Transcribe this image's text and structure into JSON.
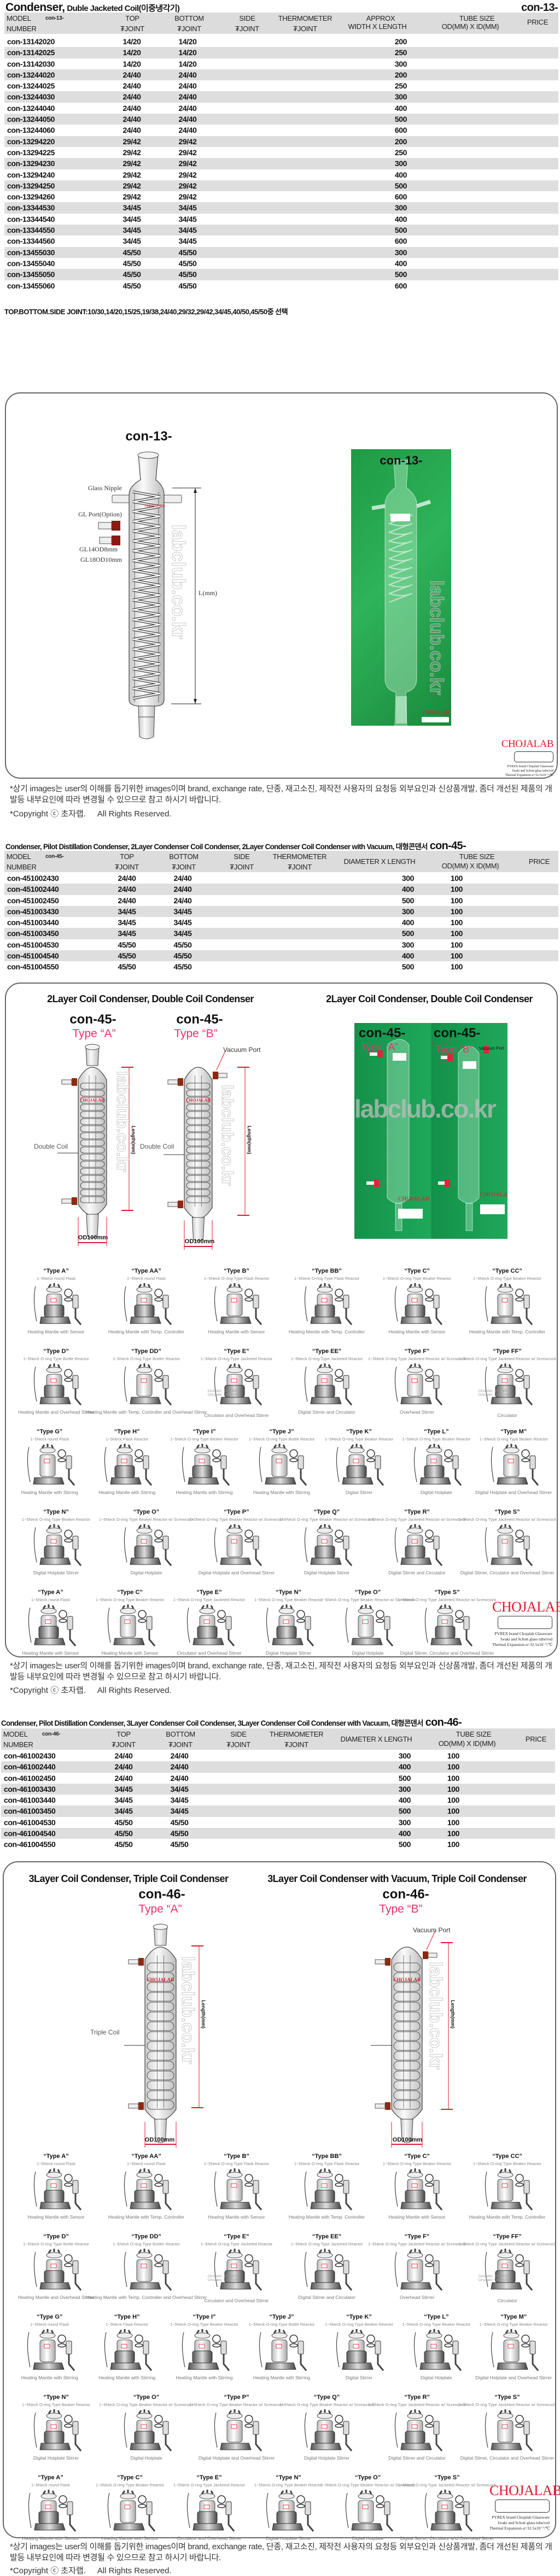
{
  "table1": {
    "title_main": "Condenser,",
    "title_sub": "Duble Jacketed Coil(이중냉각기)",
    "code": "con-13-",
    "headers": {
      "model": "MODEL",
      "model_code": "con-13-",
      "number": "NUMBER",
      "top": "TOP",
      "bottom": "BOTTOM",
      "side": "SIDE",
      "thermometer": "THERMOMETER",
      "joint": "₮JOINT",
      "approx": "APPROX",
      "width_length": "WIDTH X LENGTH",
      "tube_size": "TUBE SIZE",
      "tube_units": "OD(MM) X ID(MM)",
      "price": "PRICE"
    },
    "rows": [
      [
        "con-13142020",
        "14/20",
        "14/20",
        "200"
      ],
      [
        "con-13142025",
        "14/20",
        "14/20",
        "250"
      ],
      [
        "con-13142030",
        "14/20",
        "14/20",
        "300"
      ],
      [
        "con-13244020",
        "24/40",
        "24/40",
        "200"
      ],
      [
        "con-13244025",
        "24/40",
        "24/40",
        "250"
      ],
      [
        "con-13244030",
        "24/40",
        "24/40",
        "300"
      ],
      [
        "con-13244040",
        "24/40",
        "24/40",
        "400"
      ],
      [
        "con-13244050",
        "24/40",
        "24/40",
        "500"
      ],
      [
        "con-13244060",
        "24/40",
        "24/40",
        "600"
      ],
      [
        "con-13294220",
        "29/42",
        "29/42",
        "200"
      ],
      [
        "con-13294225",
        "29/42",
        "29/42",
        "250"
      ],
      [
        "con-13294230",
        "29/42",
        "29/42",
        "300"
      ],
      [
        "con-13294240",
        "29/42",
        "29/42",
        "400"
      ],
      [
        "con-13294250",
        "29/42",
        "29/42",
        "500"
      ],
      [
        "con-13294260",
        "29/42",
        "29/42",
        "600"
      ],
      [
        "con-13344530",
        "34/45",
        "34/45",
        "300"
      ],
      [
        "con-13344540",
        "34/45",
        "34/45",
        "400"
      ],
      [
        "con-13344550",
        "34/45",
        "34/45",
        "500"
      ],
      [
        "con-13344560",
        "34/45",
        "34/45",
        "600"
      ],
      [
        "con-13455030",
        "45/50",
        "45/50",
        "300"
      ],
      [
        "con-13455040",
        "45/50",
        "45/50",
        "400"
      ],
      [
        "con-13455050",
        "45/50",
        "45/50",
        "500"
      ],
      [
        "con-13455060",
        "45/50",
        "45/50",
        "600"
      ]
    ],
    "joint_note": "TOP.BOTTOM.SIDE JOINT:10/30,14/20,15/25,19/38,24/40,29/32,29/42,34/45,40/50,45/50중 선택"
  },
  "box1": {
    "code": "con-13-",
    "labels": {
      "glass_nipple": "Glass Nipple",
      "gl_port": "GL Port(Option)",
      "gl14": "GL14OD8mm",
      "gl18": "GL18OD10mm",
      "length": "L(mm)"
    },
    "photo_code": "con-13-"
  },
  "table2": {
    "title": "Condenser, Pilot Distillation Condenser, 2Layer Condenser Coil Condenser, 2Layer Condenser Coil Condenser with Vacuum, 대형콘덴서",
    "code": "con-45-",
    "headers": {
      "model": "MODEL",
      "model_code": "con-45-",
      "number": "NUMBER",
      "top": "TOP",
      "bottom": "BOTTOM",
      "side": "SIDE",
      "thermometer": "THERMOMETER",
      "joint": "₮JOINT",
      "dia_length": "DIAMETER X LENGTH",
      "tube_size": "TUBE SIZE",
      "tube_units": "OD(MM) X ID(MM)",
      "price": "PRICE"
    },
    "rows": [
      [
        "con-451002430",
        "24/40",
        "24/40",
        "300",
        "100"
      ],
      [
        "con-451002440",
        "24/40",
        "24/40",
        "400",
        "100"
      ],
      [
        "con-451002450",
        "24/40",
        "24/40",
        "500",
        "100"
      ],
      [
        "con-451003430",
        "34/45",
        "34/45",
        "300",
        "100"
      ],
      [
        "con-451003440",
        "34/45",
        "34/45",
        "400",
        "100"
      ],
      [
        "con-451003450",
        "34/45",
        "34/45",
        "500",
        "100"
      ],
      [
        "con-451004530",
        "45/50",
        "45/50",
        "300",
        "100"
      ],
      [
        "con-451004540",
        "45/50",
        "45/50",
        "400",
        "100"
      ],
      [
        "con-451004550",
        "45/50",
        "45/50",
        "500",
        "100"
      ]
    ]
  },
  "box2": {
    "left_title": "2Layer Coil Condenser, Double Coil Condenser",
    "right_title": "2Layer Coil Condenser, Double Coil Condenser",
    "code": "con-45-",
    "type_a": "Type “A”",
    "type_b": "Type “B”",
    "vacuum_port": "Vacuum Port",
    "double_coil": "Double Coil",
    "length": "Length(mm)",
    "od": "OD100mm"
  },
  "table3": {
    "title": "Condenser, Pilot Distillation Condenser, 3Layer Condenser Coil Condenser, 3Layer Condenser Coil Condenser with Vacuum, 대형콘덴서",
    "code": "con-46-",
    "headers": {
      "model": "MODEL",
      "model_code": "con-46-",
      "number": "NUMBER",
      "top": "TOP",
      "bottom": "BOTTOM",
      "side": "SIDE",
      "thermometer": "THERMOMETER",
      "joint": "₮JOINT",
      "dia_length": "DIAMETER X LENGTH",
      "tube_size": "TUBE SIZE",
      "tube_units": "OD(MM) X ID(MM)",
      "price": "PRICE"
    },
    "rows": [
      [
        "con-461002430",
        "24/40",
        "24/40",
        "300",
        "100"
      ],
      [
        "con-461002440",
        "24/40",
        "24/40",
        "400",
        "100"
      ],
      [
        "con-461002450",
        "24/40",
        "24/40",
        "500",
        "100"
      ],
      [
        "con-461003430",
        "34/45",
        "34/45",
        "300",
        "100"
      ],
      [
        "con-461003440",
        "34/45",
        "34/45",
        "400",
        "100"
      ],
      [
        "con-461003450",
        "34/45",
        "34/45",
        "500",
        "100"
      ],
      [
        "con-461004530",
        "45/50",
        "45/50",
        "300",
        "100"
      ],
      [
        "con-461004540",
        "45/50",
        "45/50",
        "400",
        "100"
      ],
      [
        "con-461004550",
        "45/50",
        "45/50",
        "500",
        "100"
      ]
    ]
  },
  "box3": {
    "left_title": "3Layer Coil Condenser, Triple Coil Condenser",
    "right_title": "3Layer Coil Condenser with Vacuum, Triple Coil Condenser",
    "code": "con-46-",
    "type_a": "Type “A”",
    "type_b": "Type “B”",
    "vacuum_port": "Vacuum Port",
    "triple_coil": "Triple Coil",
    "length": "Length(mm)",
    "od": "OD100mm"
  },
  "watermark": "labclub.co.kr",
  "brand_label": {
    "brand": "CHOJALAB",
    "line1": "PYREX brand Chojalab Glassware",
    "line2": "Iwaki and Schott glass tube/rod",
    "line3": "Thermal Expansion α=32.5x10⁻⁷/℃"
  },
  "disclaimer": {
    "text": "*상기 images는 user의 이해를 돕기위한 images이며 brand, exchange rate, 단종, 재고소진, 제작전 사용자의 요청등 외부요인과 신상품개발, 좀더 개선된 제품의 개발등 내부요인에 따라 변경될 수 있으므로 참고 하시기 바랍니다.",
    "copyright": "*Copyright ⓒ 초자랩.     All Rights Reserved."
  },
  "circulator_note": [
    "Circulator, -20~+150",
    "Circulator, +10~+100"
  ],
  "type_grid": {
    "rows": [
      [
        {
          "label": "“Type A”",
          "sub": "1~5Neck round Flask",
          "caption": "Heating Mantle with Sensor"
        },
        {
          "label": "“Type AA”",
          "sub": "1~5Neck round Flask",
          "caption": "Heating Mantle with Temp. Controller"
        },
        {
          "label": "“Type B”",
          "sub": "1~5Neck O-ring Type Flask Reactor",
          "caption": "Heating Mantle with Sensor"
        },
        {
          "label": "“Type BB”",
          "sub": "1~5Neck O-ring Type Flask Reactor",
          "caption": "Heating Mantle with Temp. Controller"
        },
        {
          "label": "“Type C”",
          "sub": "1~5Neck O-ring Type Beaker Reactor",
          "caption": "Heating Mantle with Sensor"
        },
        {
          "label": "“Type CC”",
          "sub": "1~5Neck O-ring Type Beaker Reactor",
          "caption": "Heating Mantle with Temp. Controller"
        }
      ],
      [
        {
          "label": "“Type D”",
          "sub": "1~5Neck O-ring Type Bottle Reactor",
          "caption": "Heating Mantle and Overhead Stirrer"
        },
        {
          "label": "“Type DD”",
          "sub": "1~5Neck O-ring Type Bottler Reactor",
          "caption": "Heating Mantle with Temp. Controller and Overhead Stirrer"
        },
        {
          "label": "“Type E”",
          "sub": "1~5Neck O-ring Type Jacketed Reactor",
          "caption": "Circulator and Overhead Stirrer"
        },
        {
          "label": "“Type EE”",
          "sub": "1~5Neck O-ring Type Jacketed Reactor",
          "caption": "Digital Stirrer and Circulator"
        },
        {
          "label": "“Type F”",
          "sub": "1~5Neck O-ring Type Jacketed Reactor w/ Screwcock",
          "caption": "Overhead Stirrer"
        },
        {
          "label": "“Type FF”",
          "sub": "1~5Neck O-ring Type Jacketed Reactor w/ Screwcock",
          "caption": "Circulator"
        }
      ],
      [
        {
          "label": "“Type G”",
          "sub": "1~5Neck round Flask",
          "caption": "Heating Mantle with Stirring"
        },
        {
          "label": "“Type H”",
          "sub": "1~5Neck Flask Reactor",
          "caption": "Heating Mantle with Stirring"
        },
        {
          "label": "“Type I”",
          "sub": "1~5Neck O-ring Type Beaker Reactor",
          "caption": "Heating Mantle with Stirring"
        },
        {
          "label": "“Type J”",
          "sub": "1~5Neck O-ring Type Bottle Reactor",
          "caption": "Heating Mantle with Stirring"
        },
        {
          "label": "“Type K”",
          "sub": "1~5Neck O-ring Type Beaker Reactor",
          "caption": "Digital Stirrer"
        },
        {
          "label": "“Type L”",
          "sub": "1~5Neck O-ring Type Beaker Reactor",
          "caption": "Digital Hotplate"
        },
        {
          "label": "“Type M”",
          "sub": "1~5Neck O-ring Type Beaker Reactor",
          "caption": "Digital Hotplate and Overhead Stirrer"
        }
      ],
      [
        {
          "label": "“Type N”",
          "sub": "1~5Neck O-ring Type Beaker Reactor",
          "caption": "Digital Hotplate Stirrer"
        },
        {
          "label": "“Type O”",
          "sub": "1~5Neck O-ring Type Beaker Reactor w/ Screwcock",
          "caption": "Digital Hotplate"
        },
        {
          "label": "“Type P”",
          "sub": "1~5Neck O-ring Type Beaker Reactor w/ Screwcock",
          "caption": "Digital Hotplate and Overhead Stirrer"
        },
        {
          "label": "“Type Q”",
          "sub": "1~5Neck O-ring Type Beaker Reactor w/ Screwcock",
          "caption": "Digital Hotplate Stirrer"
        },
        {
          "label": "“Type R”",
          "sub": "1~5Neck O-ring Type Jacketed Reactor w/ Screwcock",
          "caption": "Digital Stirrer and Circulator"
        },
        {
          "label": "“Type S”",
          "sub": "1~5Neck O-ring Type Jacketed Reactor w/ Screwcock",
          "caption": "Digital Stirrer, Circulator and Overhead Stirrer"
        }
      ],
      [
        {
          "label": "“Type A”",
          "sub": "1~5Neck round Flask",
          "caption": "Heating Mantle with Sensor"
        },
        {
          "label": "“Type C”",
          "sub": "1~5Neck O-ring Type Beaker Reactor",
          "caption": "Heating Mantle with Sensor"
        },
        {
          "label": "“Type E”",
          "sub": "1~5Neck O-ring Type Jacketed Reactor",
          "caption": "Circulator and Overhead Stirrer"
        },
        {
          "label": "“Type N”",
          "sub": "1~5Neck O-ring Type Beaker Reactor",
          "caption": "Digital Hotplate Stirrer"
        },
        {
          "label": "“Type O”",
          "sub": "1~5Neck O-ring Type Beaker Reactor w/ Screwcock",
          "caption": "Digital Hotplate"
        },
        {
          "label": "“Type S”",
          "sub": "1~5Neck O-ring Type Jacketed Reactor w/ Screwcock",
          "caption": "Digital Stirrer, Circulator and Overhead Stirrer"
        }
      ]
    ]
  },
  "colors": {
    "accent_pink": "#e8336b",
    "brand_red": "#e0182d",
    "row_grey": "#dedede",
    "photo_green": "#2eb35a"
  }
}
